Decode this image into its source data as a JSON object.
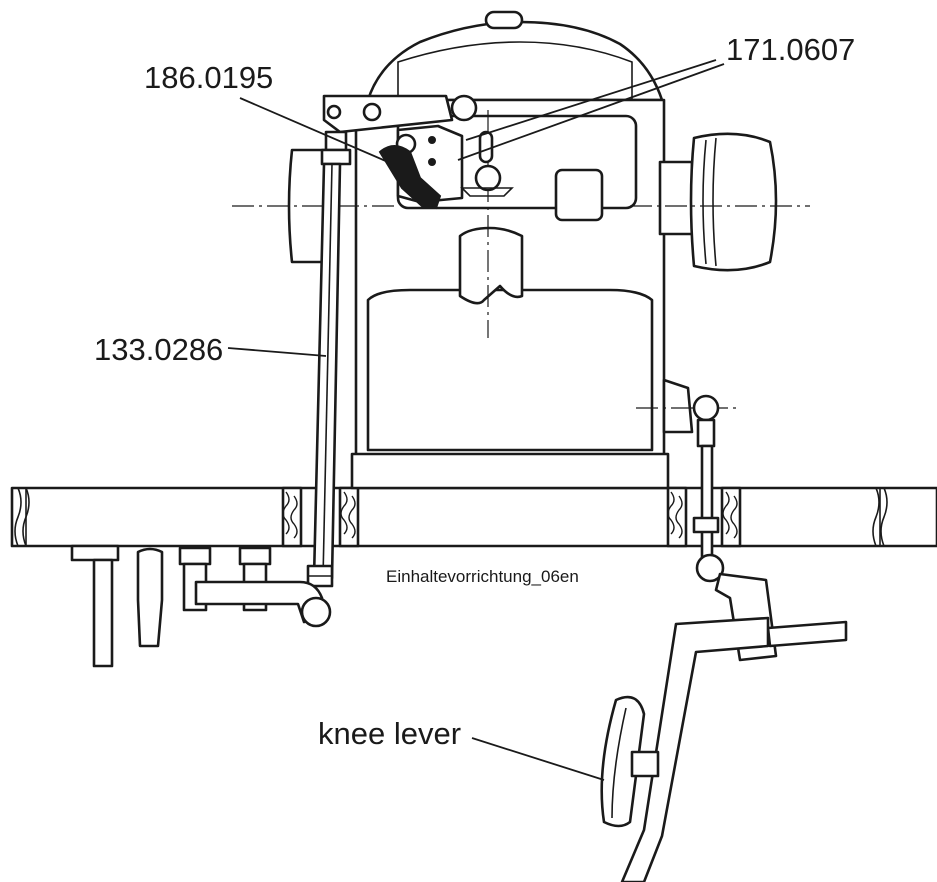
{
  "labels": {
    "part_186": "186.0195",
    "part_171": "171.0607",
    "part_133": "133.0286",
    "knee_lever": "knee lever",
    "caption": "Einhaltevorrichtung_06en"
  }
}
